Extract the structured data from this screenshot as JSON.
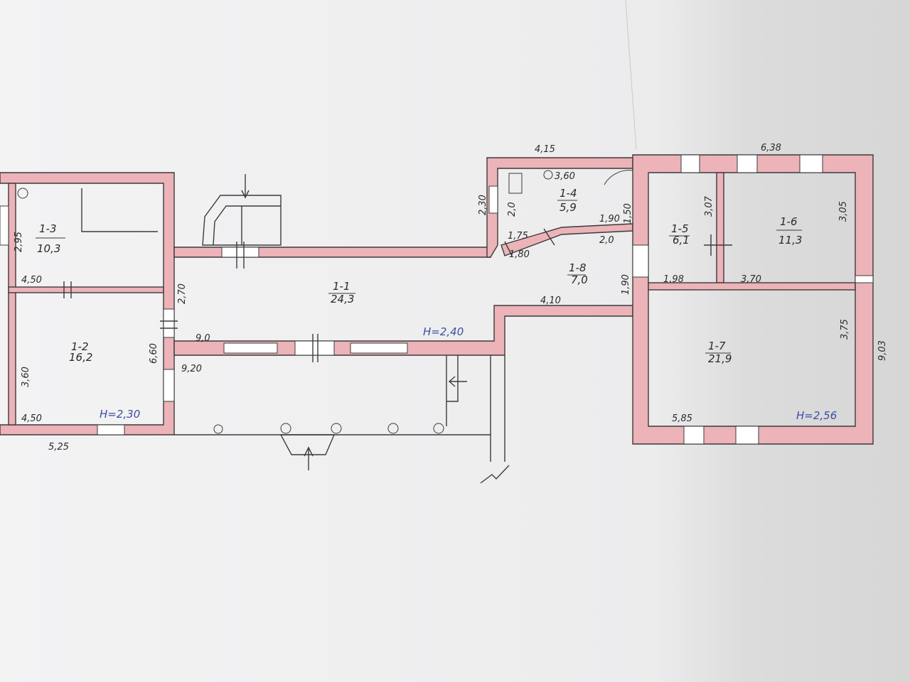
{
  "colors": {
    "paper": "#f1f1f2",
    "paper_shadow": "#d9d9da",
    "wall_fill": "#ecb3b8",
    "ink": "#2a2a2a",
    "height_ink": "#3a4fa0"
  },
  "rooms": [
    {
      "id": "1-3",
      "area": "10,3"
    },
    {
      "id": "1-2",
      "area": "16,2"
    },
    {
      "id": "1-1",
      "area": "24,3"
    },
    {
      "id": "1-4",
      "area": "5,9"
    },
    {
      "id": "1-8",
      "area": "7,0"
    },
    {
      "id": "1-5",
      "area": "6,1"
    },
    {
      "id": "1-6",
      "area": "11,3"
    },
    {
      "id": "1-7",
      "area": "21,9"
    }
  ],
  "ceiling_heights": {
    "room_1_2": "H=2,30",
    "room_1_1": "H=2,40",
    "room_1_7": "H=2,56"
  },
  "dimensions": {
    "d_2_95": "2,95",
    "d_4_50_top": "4,50",
    "d_3_60_left": "3,60",
    "d_4_50_bottom": "4,50",
    "d_5_25": "5,25",
    "d_2_70": "2,70",
    "d_6_60": "6,60",
    "d_9_0": "9,0",
    "d_9_20": "9,20",
    "d_4_15": "4,15",
    "d_2_30": "2,30",
    "d_2_0_wc": "2,0",
    "d_3_60_top": "3,60",
    "d_1_50": "1,50",
    "d_1_90_a": "1,90",
    "d_1_75": "1,75",
    "d_1_80": "1,80",
    "d_2_0_hall": "2,0",
    "d_4_10": "4,10",
    "d_1_90_b": "1,90",
    "d_6_38": "6,38",
    "d_3_07": "3,07",
    "d_3_05": "3,05",
    "d_1_98": "1,98",
    "d_3_70": "3,70",
    "d_3_75": "3,75",
    "d_9_03": "9,03",
    "d_5_85": "5,85"
  }
}
